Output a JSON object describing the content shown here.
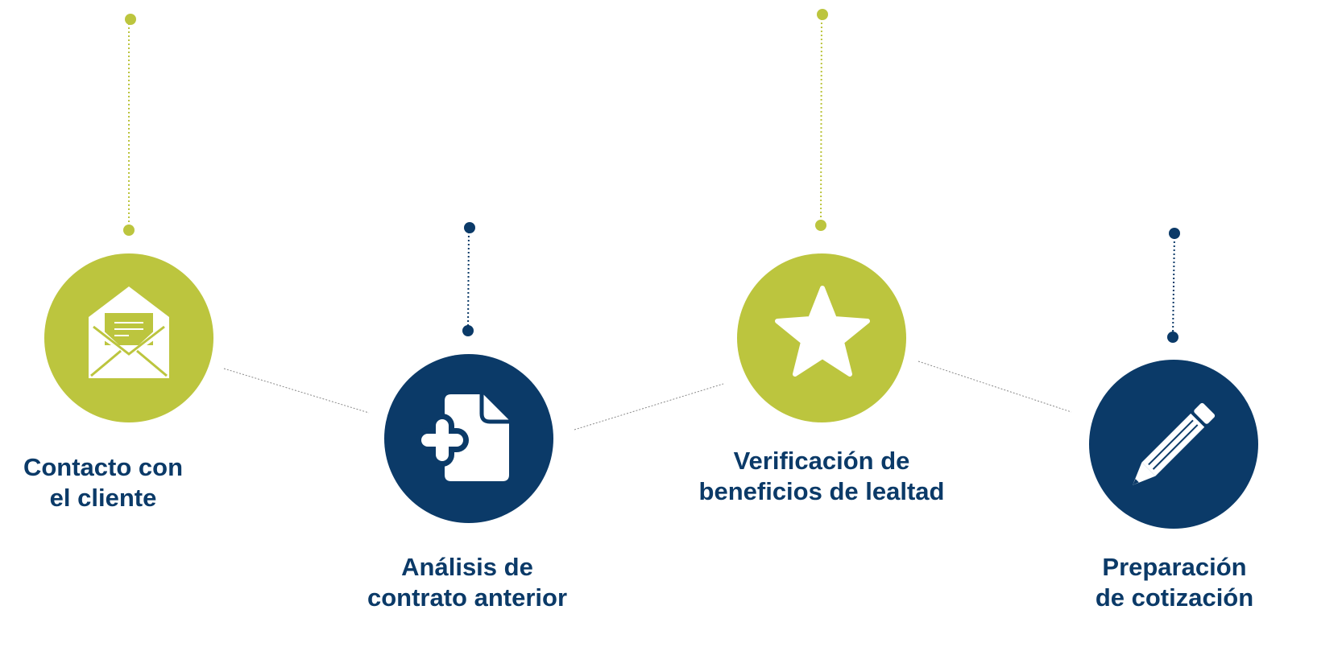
{
  "colors": {
    "green": "#bcc53e",
    "navy": "#0b3a68",
    "connector": "#8a8a8a",
    "icon": "#ffffff"
  },
  "steps": [
    {
      "label": "Contacto con\nel cliente",
      "icon": "envelope-icon",
      "color": "green"
    },
    {
      "label": "Análisis de\ncontrato anterior",
      "icon": "document-plus-icon",
      "color": "navy"
    },
    {
      "label": "Verificación de\nbeneficios de lealtad",
      "icon": "star-icon",
      "color": "green"
    },
    {
      "label": "Preparación\nde cotización",
      "icon": "pencil-icon",
      "color": "navy"
    }
  ]
}
